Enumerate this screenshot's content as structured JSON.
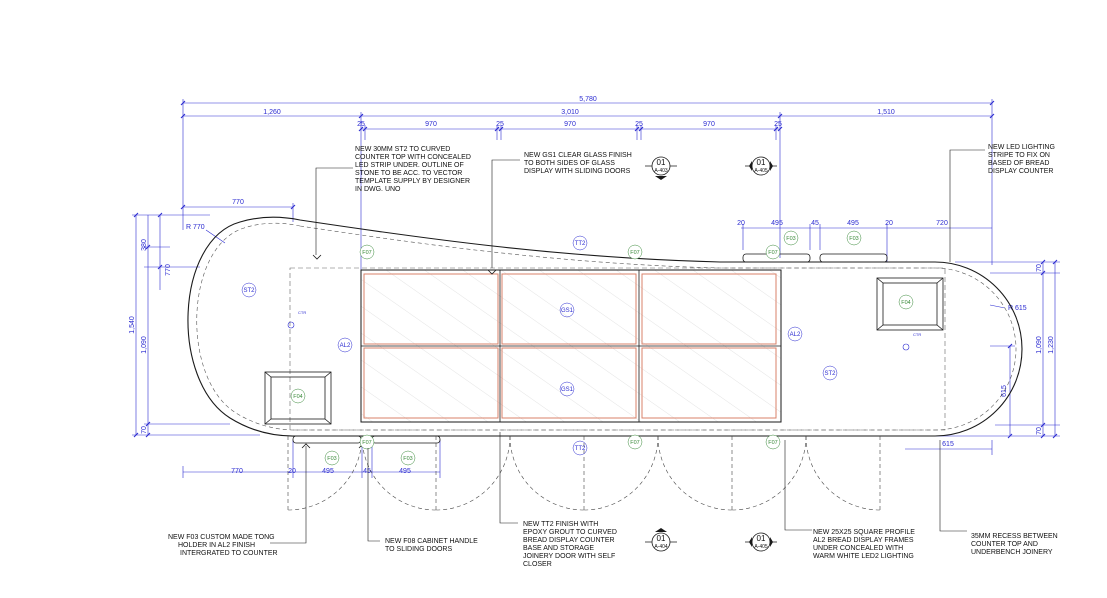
{
  "colors": {
    "dimension": "#2b2bd1",
    "fixture_tag": "#3a8a3a",
    "linework": "#1a1a1a",
    "glass_frame": "#d9826a"
  },
  "dimensions": {
    "overall": "5,780",
    "left": "1,260",
    "mid": "3,010",
    "right": "1,510",
    "sub": [
      "25",
      "970",
      "25",
      "970",
      "25",
      "970",
      "25"
    ],
    "top_left_770": "770",
    "radius_left": "R 770",
    "radius_right": "R 615",
    "left_vert": [
      "380",
      "770",
      "1,540",
      "1,090",
      "70"
    ],
    "right_vert": [
      "70",
      "1,090",
      "1,230",
      "615",
      "70"
    ],
    "top_right": [
      "20",
      "495",
      "45",
      "495",
      "20",
      "720"
    ],
    "bottom_left": [
      "770",
      "20",
      "495",
      "45",
      "495"
    ],
    "bottom_right_615": "615"
  },
  "tags": {
    "st2": "ST2",
    "al2": "AL2",
    "gs1": "GS1",
    "tt2": "TT2",
    "ctr": "CTR",
    "f07": "F07",
    "f03": "F03",
    "f04": "F04"
  },
  "sections": [
    {
      "num": "01",
      "ref": "A-403"
    },
    {
      "num": "01",
      "ref": "A-405"
    },
    {
      "num": "01",
      "ref": "A-404"
    },
    {
      "num": "01",
      "ref": "A-405"
    }
  ],
  "notes": {
    "st2_counter": [
      "NEW 30MM ST2 TO CURVED",
      "COUNTER TOP WITH CONCEALED",
      "LED STRIP UNDER. OUTLINE OF",
      "STONE TO BE ACC. TO VECTOR",
      "TEMPLATE SUPPLY BY DESIGNER",
      "IN DWG. UNO"
    ],
    "gs1_glass": [
      "NEW GS1 CLEAR GLASS FINISH",
      "TO BOTH SIDES OF GLASS",
      "DISPLAY WITH SLIDING DOORS"
    ],
    "led_stripe": [
      "NEW LED LIGHTING",
      "STRIPE TO FIX ON",
      "BASED OF BREAD",
      "DISPLAY COUNTER"
    ],
    "f03_holder": [
      "NEW F03 CUSTOM MADE TONG",
      "HOLDER  IN AL2 FINISH",
      "INTERGRATED TO COUNTER"
    ],
    "f08_handle": [
      "NEW F08 CABINET HANDLE",
      "TO SLIDING DOORS"
    ],
    "tt2_finish": [
      "NEW TT2 FINISH WITH",
      "EPOXY GROUT TO CURVED",
      "BREAD DISPLAY COUNTER",
      "BASE AND STORAGE",
      "JOINERY DOOR WITH SELF",
      "CLOSER"
    ],
    "al2_profile": [
      "NEW 25X25 SQUARE PROFILE",
      "AL2 BREAD DISPLAY FRAMES",
      "UNDER CONCEALED WITH",
      "WARM WHITE LED2 LIGHTING"
    ],
    "recess": [
      "35MM RECESS BETWEEN",
      "COUNTER TOP AND",
      "UNDERBENCH JOINERY"
    ]
  }
}
